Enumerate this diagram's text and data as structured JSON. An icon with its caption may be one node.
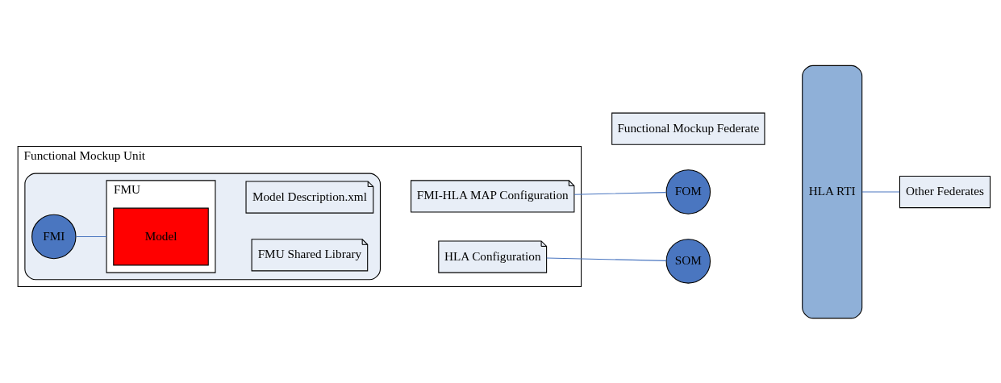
{
  "diagram": {
    "nodes": [
      {
        "text": [
          "Functional Mockup Federate"
        ]
      },
      {
        "text": [
          "Functional Mockup Unit"
        ]
      },
      {
        "text": [],
        "shape": "box",
        "in": 1
      },
      {
        "text": [
          "FMU"
        ],
        "in": 2
      },
      {
        "text": [
          "Model"
        ],
        "in": 3
      },
      {
        "text": [
          "FMI"
        ],
        "in": 2
      },
      {
        "text": [
          "Model Description.xml"
        ],
        "in": 2
      },
      {
        "text": [
          "FMU Shared Library"
        ],
        "in": 2
      },
      {
        "text": [
          "FMI-HLA MAP Configuration"
        ],
        "in": 1
      },
      {
        "text": [
          "HLA Configuration"
        ],
        "in": 1
      },
      {
        "text": [
          "FOM"
        ]
      },
      {
        "text": [
          "SOM"
        ]
      },
      {
        "text": [
          "HLA RTI"
        ]
      },
      {
        "text": [
          "Other Federates"
        ]
      }
    ],
    "edges": [
      {
        "from": 5,
        "to": 3,
        "arrow": "none"
      },
      {
        "from": 10,
        "to": 8,
        "arrow": "none"
      },
      {
        "from": 11,
        "to": 9,
        "arrow": "none"
      },
      {
        "from": 12,
        "to": 13,
        "arrow": "none"
      }
    ]
  }
}
